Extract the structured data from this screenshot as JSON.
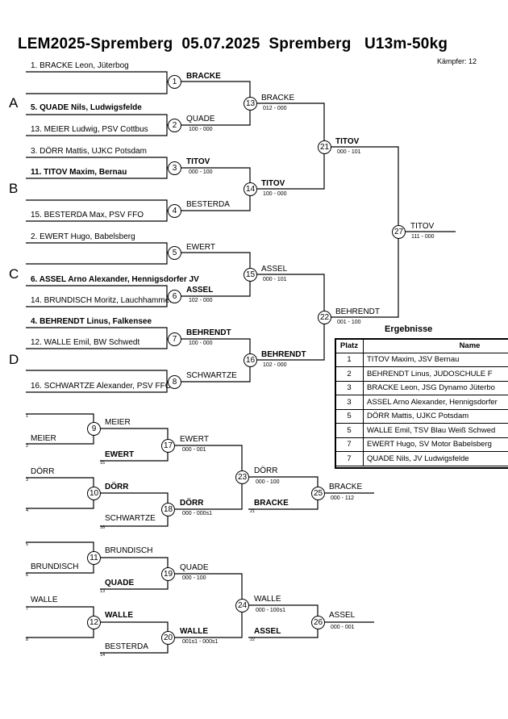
{
  "header": {
    "title": "LEM2025-Spremberg  05.07.2025  Spremberg   U13m-50kg",
    "fighters_label": "Kämpfer: 12"
  },
  "pools": [
    "A",
    "B",
    "C",
    "D"
  ],
  "entries": [
    {
      "text": "1. BRACKE Leon, Jüterbog",
      "bold": false
    },
    {
      "text": "5. QUADE Nils, Ludwigsfelde",
      "bold": true
    },
    {
      "text": "13. MEIER Ludwig, PSV Cottbus",
      "bold": false
    },
    {
      "text": "3. DÖRR Mattis, UJKC Potsdam",
      "bold": false
    },
    {
      "text": "11. TITOV Maxim, Bernau",
      "bold": true
    },
    {
      "text": "15. BESTERDA Max, PSV FFO",
      "bold": false
    },
    {
      "text": "2. EWERT Hugo, Babelsberg",
      "bold": false
    },
    {
      "text": "6. ASSEL Arno Alexander, Hennigsdorfer JV",
      "bold": true
    },
    {
      "text": "14. BRUNDISCH Moritz, Lauchhammer",
      "bold": false
    },
    {
      "text": "4. BEHRENDT Linus, Falkensee",
      "bold": true
    },
    {
      "text": "12. WALLE Emil, BW Schwedt",
      "bold": false
    },
    {
      "text": "16. SCHWARTZE Alexander, PSV FFO",
      "bold": false
    }
  ],
  "main_bracket": {
    "r1": [
      {
        "no": "1",
        "name": "BRACKE",
        "bold": true,
        "score": ""
      },
      {
        "no": "2",
        "name": "QUADE",
        "bold": false,
        "score": "100 - 000"
      },
      {
        "no": "3",
        "name": "TITOV",
        "bold": true,
        "score": "000 - 100"
      },
      {
        "no": "4",
        "name": "BESTERDA",
        "bold": false,
        "score": ""
      },
      {
        "no": "5",
        "name": "EWERT",
        "bold": false,
        "score": ""
      },
      {
        "no": "6",
        "name": "ASSEL",
        "bold": true,
        "score": "102 - 000"
      },
      {
        "no": "7",
        "name": "BEHRENDT",
        "bold": true,
        "score": "100 - 000"
      },
      {
        "no": "8",
        "name": "SCHWARTZE",
        "bold": false,
        "score": ""
      }
    ],
    "r2": [
      {
        "no": "13",
        "name": "BRACKE",
        "bold": false,
        "score": "012 - 000"
      },
      {
        "no": "14",
        "name": "TITOV",
        "bold": true,
        "score": "100 - 000"
      },
      {
        "no": "15",
        "name": "ASSEL",
        "bold": false,
        "score": "000 - 101"
      },
      {
        "no": "16",
        "name": "BEHRENDT",
        "bold": true,
        "score": "102 - 000"
      }
    ],
    "r3": [
      {
        "no": "21",
        "name": "TITOV",
        "bold": true,
        "score": "000 - 101"
      },
      {
        "no": "22",
        "name": "BEHRENDT",
        "bold": false,
        "score": "001 - 100"
      }
    ],
    "final": {
      "no": "27",
      "name": "TITOV",
      "score": "111 - 000"
    }
  },
  "repechage": {
    "upper": {
      "seeds": [
        "1",
        "2",
        "3",
        "4"
      ],
      "names": {
        "s1": "MEIER",
        "s3": "DÖRR"
      },
      "m9": {
        "no": "9",
        "top": "MEIER",
        "bottom": "EWERT",
        "bottom_small": "15"
      },
      "m10": {
        "no": "10",
        "top": "DÖRR",
        "bottom": "SCHWARTZE",
        "bottom_small": "16"
      },
      "m17": {
        "no": "17",
        "name": "EWERT",
        "score": "000 - 001"
      },
      "m18": {
        "no": "18",
        "name": "DÖRR",
        "score": "000 - 000s1"
      },
      "m23": {
        "no": "23",
        "top": "DÖRR",
        "top_score": "000 - 100",
        "bottom": "BRACKE",
        "bottom_small": "21"
      },
      "m25": {
        "no": "25",
        "name": "BRACKE",
        "score": "000 - 112"
      }
    },
    "lower": {
      "seeds": [
        "5",
        "6",
        "7",
        "8"
      ],
      "names": {
        "s6": "BRUNDISCH",
        "s7": "WALLE"
      },
      "m11": {
        "no": "11",
        "top": "BRUNDISCH",
        "bottom": "QUADE",
        "bottom_small": "13"
      },
      "m12": {
        "no": "12",
        "top": "WALLE",
        "bottom": "BESTERDA",
        "bottom_small": "14"
      },
      "m19": {
        "no": "19",
        "name": "QUADE",
        "score": "000 - 100"
      },
      "m20": {
        "no": "20",
        "name": "WALLE",
        "score": "001s1 - 000s1"
      },
      "m24": {
        "no": "24",
        "top": "WALLE",
        "top_score": "000 - 100s1",
        "bottom": "ASSEL",
        "bottom_small": "22"
      },
      "m26": {
        "no": "26",
        "name": "ASSEL",
        "score": "000 - 001"
      }
    }
  },
  "results": {
    "title": "Ergebnisse",
    "col_place": "Platz",
    "col_name": "Name",
    "rows": [
      {
        "place": "1",
        "name": "TITOV Maxim, JSV Bernau"
      },
      {
        "place": "2",
        "name": "BEHRENDT Linus, JUDOSCHULE F"
      },
      {
        "place": "3",
        "name": "BRACKE Leon, JSG Dynamo Jüterbo"
      },
      {
        "place": "3",
        "name": "ASSEL Arno Alexander, Hennigsdorfer"
      },
      {
        "place": "5",
        "name": "DÖRR Mattis, UJKC Potsdam"
      },
      {
        "place": "5",
        "name": "WALLE Emil, TSV Blau Weiß Schwed"
      },
      {
        "place": "7",
        "name": "EWERT Hugo, SV Motor Babelsberg"
      },
      {
        "place": "7",
        "name": "QUADE Nils, JV Ludwigsfelde"
      }
    ]
  }
}
